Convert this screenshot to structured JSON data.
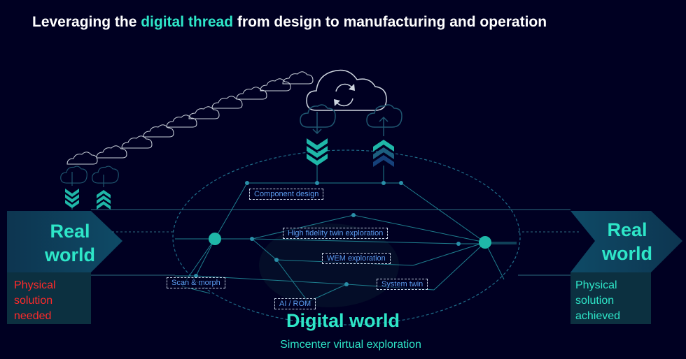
{
  "title": {
    "pre": "Leveraging the ",
    "highlight": "digital thread",
    "post": " from design to manufacturing and operation"
  },
  "left": {
    "label_line1": "Real",
    "label_line2": "world",
    "note_line1": "Physical",
    "note_line2": "solution",
    "note_line3": "needed"
  },
  "right": {
    "label_line1": "Real",
    "label_line2": "world",
    "note_line1": "Physical",
    "note_line2": "solution",
    "note_line3": "achieved"
  },
  "boxes": {
    "component_design": "Component design",
    "high_fidelity": "High fidelity twin exploration",
    "wem": "WEM exploration",
    "scan_morph": "Scan & morph",
    "system_twin": "System twin",
    "ai_rom": "AI / ROM"
  },
  "digital_world": {
    "title": "Digital world",
    "subtitle": "Simcenter virtual exploration"
  },
  "colors": {
    "accent": "#2ee6c8",
    "note_needed": "#ff2a2a",
    "box_text": "#5b9cf0",
    "background": "#000022"
  }
}
